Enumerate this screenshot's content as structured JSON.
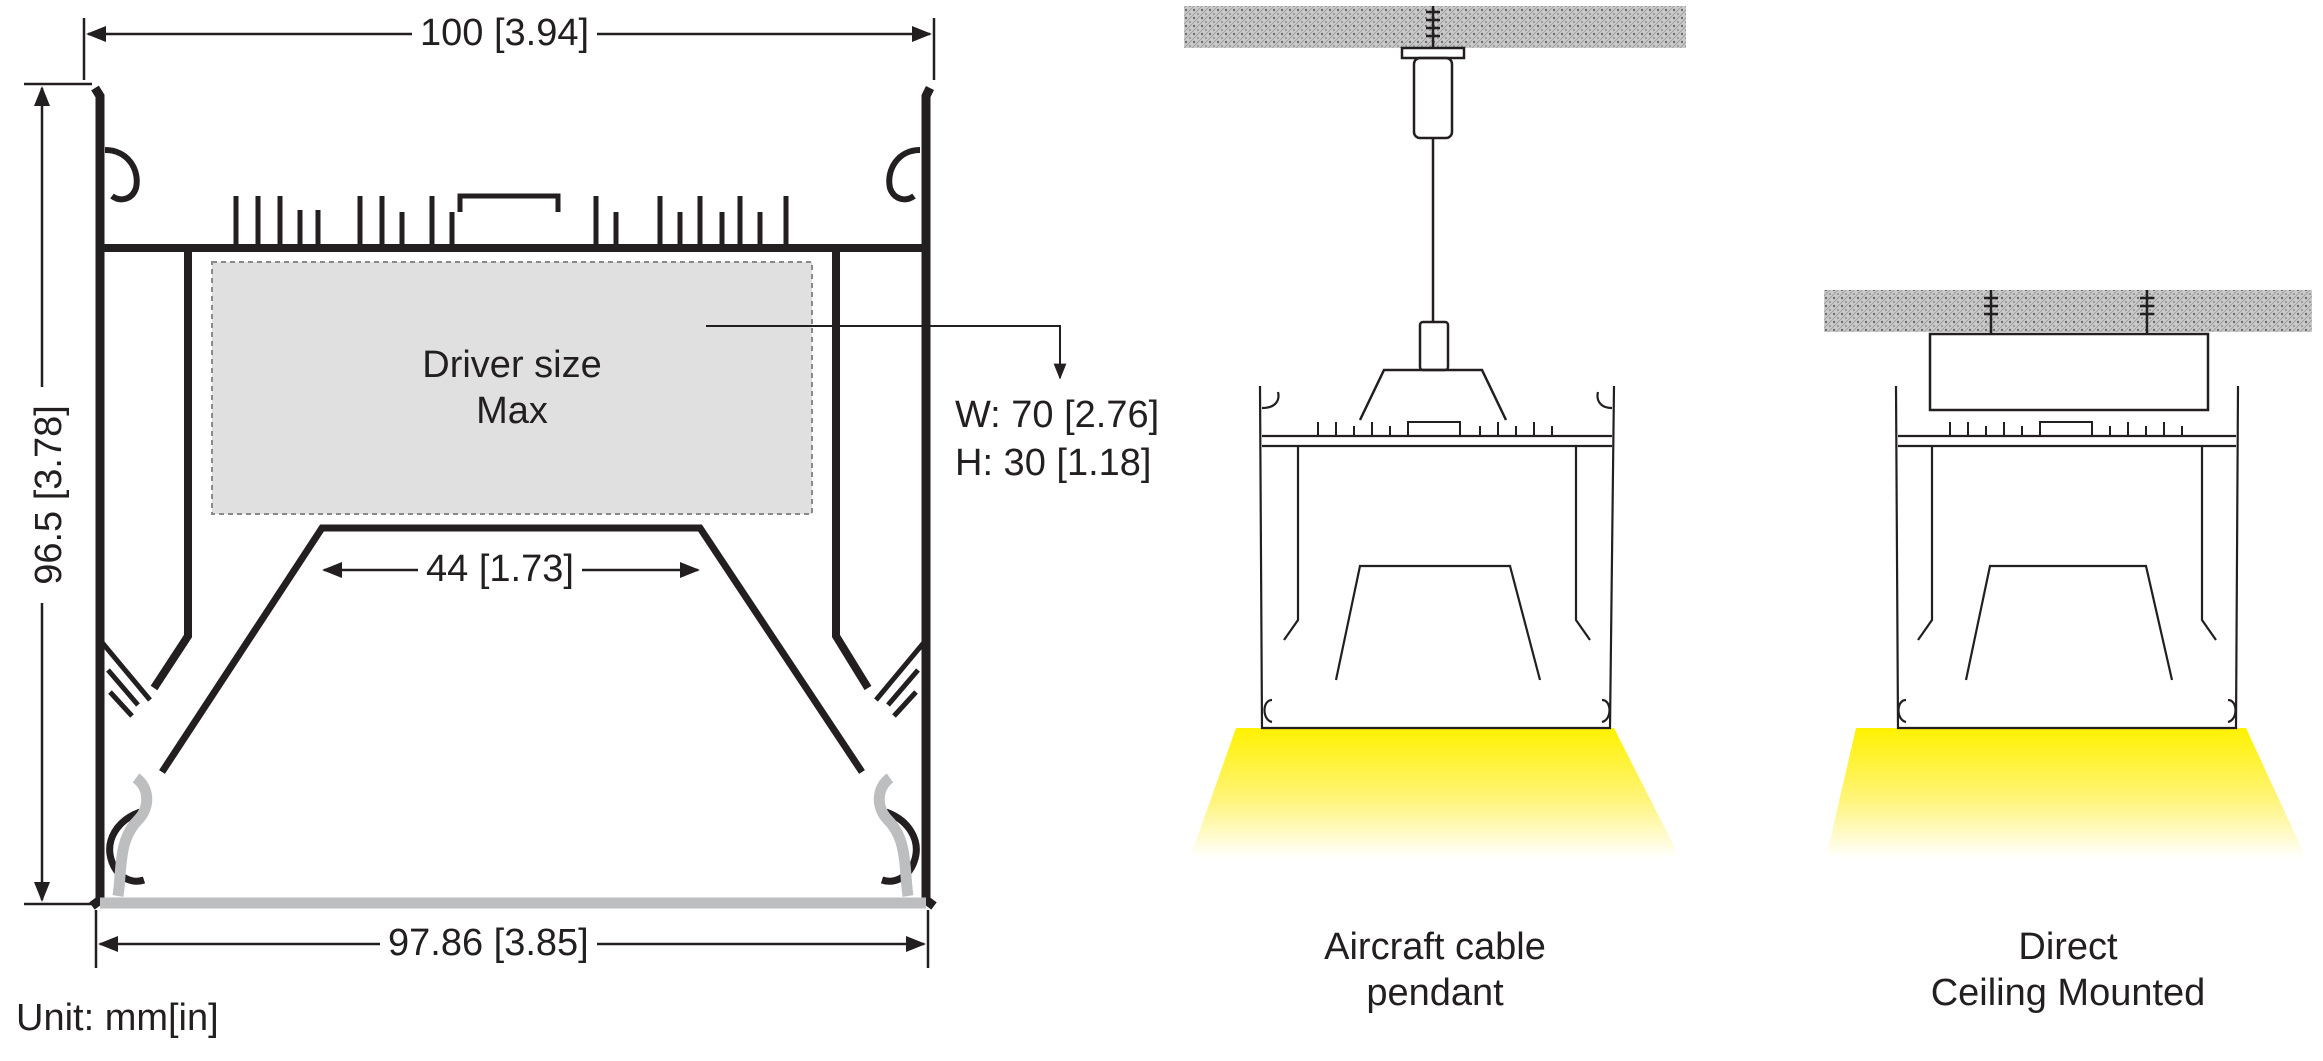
{
  "diagram": {
    "dimensions": {
      "top_width": "100 [3.94]",
      "height": "96.5 [3.78]",
      "inner_width": "44 [1.73]",
      "bottom_width": "97.86 [3.85]"
    },
    "driver": {
      "line1": "Driver size",
      "line2": "Max",
      "width": "W: 70 [2.76]",
      "height": "H: 30 [1.18]"
    },
    "unit": "Unit: mm[in]",
    "mounting": {
      "pendant": {
        "line1": "Aircraft cable",
        "line2": "pendant"
      },
      "ceiling": {
        "line1": "Direct",
        "line2": "Ceiling Mounted"
      }
    },
    "colors": {
      "line": "#231f20",
      "diffuser": "#bcbec0",
      "driver_box": "#e0e0e0",
      "light": "#fff200",
      "ceiling": "#a7a9ac"
    }
  }
}
